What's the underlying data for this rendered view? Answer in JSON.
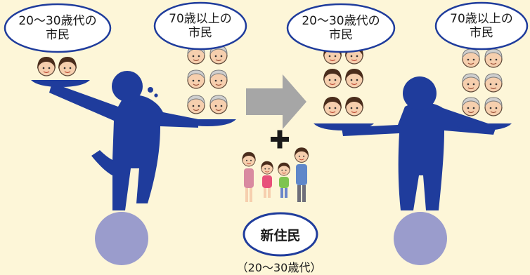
{
  "left_scale": {
    "oval_young": [
      "20〜30歳代の",
      "市民"
    ],
    "oval_old": [
      "70歳以上の",
      "市民"
    ]
  },
  "right_scale": {
    "oval_young": [
      "20〜30歳代の",
      "市民"
    ],
    "oval_old": [
      "70歳以上の",
      "市民"
    ]
  },
  "new_residents": {
    "badge": "新住民",
    "caption": "（20〜30歳代）"
  },
  "colors": {
    "figure": "#1f3c9c",
    "weight": "#9a9ccc",
    "arrow": "#a6a6a6",
    "oval_border": "#1f3c9c",
    "background": "#fdf6d8"
  },
  "icons": [
    "arrow-right-icon",
    "plus-icon",
    "person-icon"
  ]
}
